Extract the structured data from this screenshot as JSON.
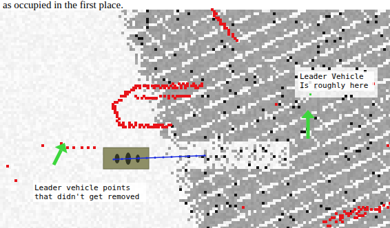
{
  "diagram": {
    "labels": [
      "as occupied in the first place.",
      "Leader Vehicle Is roughly here",
      "Leader vehicle points that didn't get removed"
    ]
  }
}
